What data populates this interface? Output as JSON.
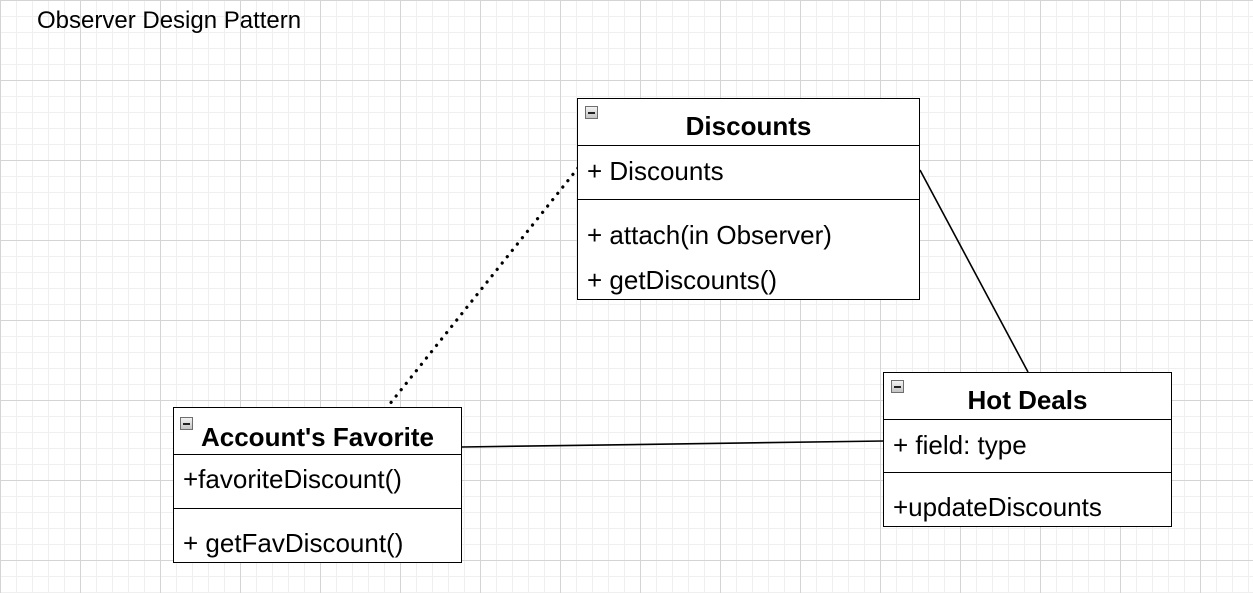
{
  "title": "Observer Design Pattern",
  "classes": {
    "discounts": {
      "name": "Discounts",
      "attributes": [
        "+ Discounts"
      ],
      "methods": [
        "+ attach(in Observer)",
        "+ getDiscounts()"
      ]
    },
    "hot_deals": {
      "name": "Hot Deals",
      "attributes": [
        "+ field: type"
      ],
      "methods": [
        "+updateDiscounts"
      ]
    },
    "accounts_favorite": {
      "name": "Account's Favorite",
      "attributes": [
        "+favoriteDiscount()"
      ],
      "methods": [
        "+ getFavDiscount()"
      ]
    }
  },
  "connectors": [
    {
      "from": "discounts",
      "to": "accounts_favorite",
      "style": "dotted"
    },
    {
      "from": "discounts",
      "to": "hot_deals",
      "style": "solid"
    },
    {
      "from": "accounts_favorite",
      "to": "hot_deals",
      "style": "solid"
    }
  ],
  "icons": {
    "collapse": "collapse-icon"
  },
  "colors": {
    "line": "#000000",
    "box_fill": "#ffffff",
    "grid_major": "#d4d4d4",
    "grid_minor": "#efefef"
  }
}
